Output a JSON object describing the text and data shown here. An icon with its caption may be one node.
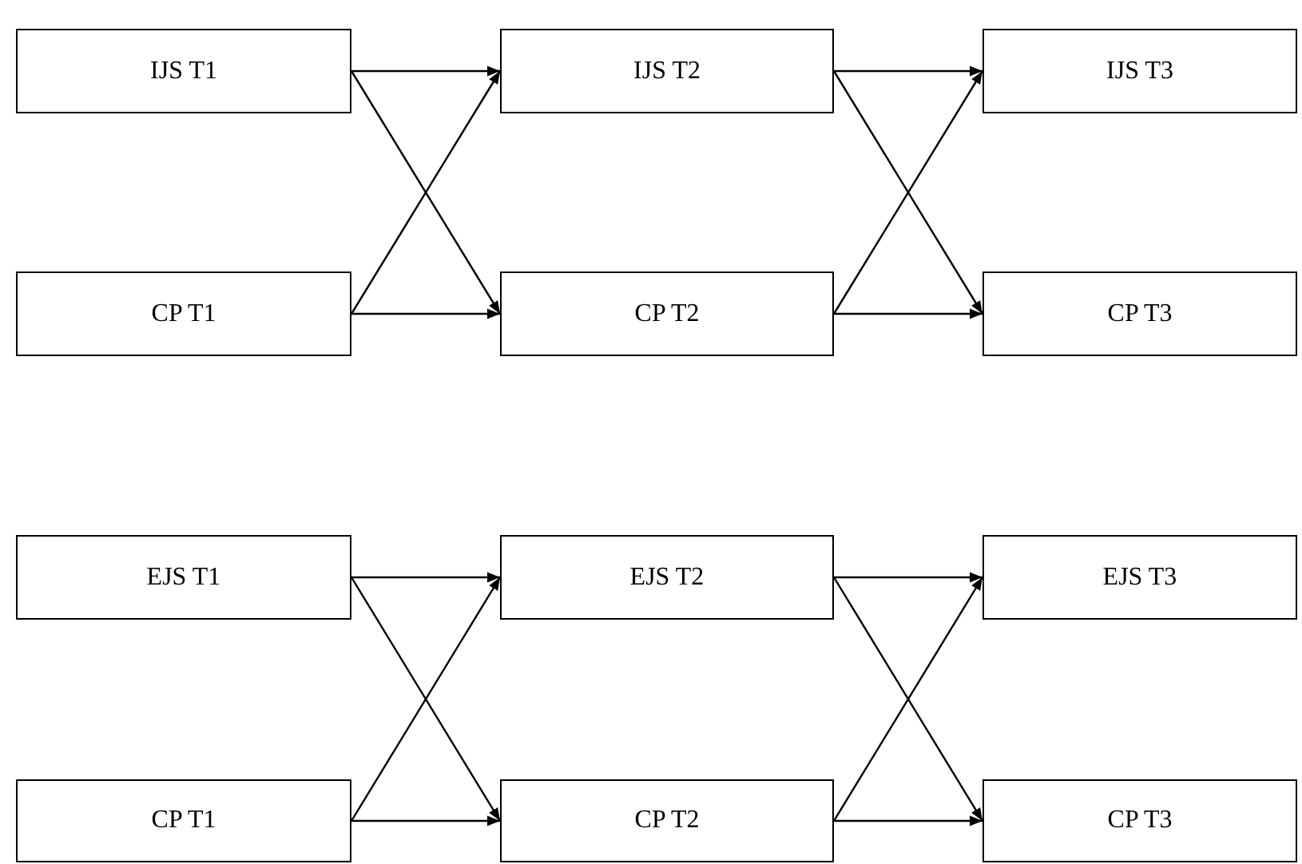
{
  "diagram": {
    "nodes": [
      {
        "text": [
          "IJS T1"
        ]
      },
      {
        "text": [
          "IJS T2"
        ]
      },
      {
        "text": [
          "IJS T3"
        ]
      },
      {
        "text": [
          "CP T1"
        ]
      },
      {
        "text": [
          "CP T2"
        ]
      },
      {
        "text": [
          "CP T3"
        ]
      },
      {
        "text": [
          "EJS T1"
        ]
      },
      {
        "text": [
          "EJS T2"
        ]
      },
      {
        "text": [
          "EJS T3"
        ]
      },
      {
        "text": [
          "CP T1"
        ]
      },
      {
        "text": [
          "CP T2"
        ]
      },
      {
        "text": [
          "CP T3"
        ]
      }
    ],
    "edges": [
      {
        "from": 0,
        "to": 1,
        "arrow": "to"
      },
      {
        "from": 0,
        "to": 4,
        "arrow": "to"
      },
      {
        "from": 3,
        "to": 1,
        "arrow": "to"
      },
      {
        "from": 3,
        "to": 4,
        "arrow": "to"
      },
      {
        "from": 1,
        "to": 2,
        "arrow": "to"
      },
      {
        "from": 1,
        "to": 5,
        "arrow": "to"
      },
      {
        "from": 4,
        "to": 2,
        "arrow": "to"
      },
      {
        "from": 4,
        "to": 5,
        "arrow": "to"
      },
      {
        "from": 6,
        "to": 7,
        "arrow": "to"
      },
      {
        "from": 6,
        "to": 10,
        "arrow": "to"
      },
      {
        "from": 9,
        "to": 7,
        "arrow": "to"
      },
      {
        "from": 9,
        "to": 10,
        "arrow": "to"
      },
      {
        "from": 7,
        "to": 8,
        "arrow": "to"
      },
      {
        "from": 7,
        "to": 11,
        "arrow": "to"
      },
      {
        "from": 10,
        "to": 8,
        "arrow": "to"
      },
      {
        "from": 10,
        "to": 11,
        "arrow": "to"
      }
    ]
  }
}
